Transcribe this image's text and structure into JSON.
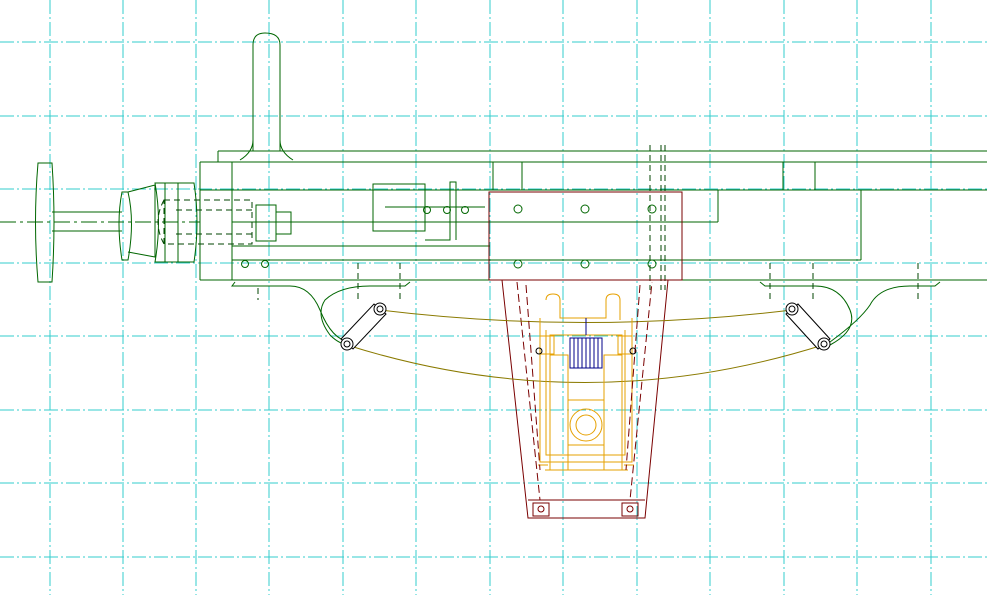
{
  "drawing": {
    "view": "side-elevation",
    "subject": "buffer-beam-and-spring-assembly",
    "has_text": false
  },
  "colors": {
    "background": "#ffffff",
    "grid": "#33cccc",
    "frame": "#006600",
    "bracket": "#7a0000",
    "axlebox": "#e6a000",
    "spring": "#8a7a00",
    "hornguide": "#000088",
    "hidden": "#004400"
  },
  "grid": {
    "visible": true,
    "style": "dash-dot"
  },
  "components": [
    {
      "name": "buffer",
      "icon": "buffer-icon"
    },
    {
      "name": "frame",
      "icon": "frame-icon"
    },
    {
      "name": "vacuum-pipe",
      "icon": "pipe-icon"
    },
    {
      "name": "spring-hangers",
      "icon": "spring-icon"
    },
    {
      "name": "axlebox",
      "icon": "axlebox-icon"
    },
    {
      "name": "guard-iron-bracket",
      "icon": "bracket-icon"
    }
  ]
}
